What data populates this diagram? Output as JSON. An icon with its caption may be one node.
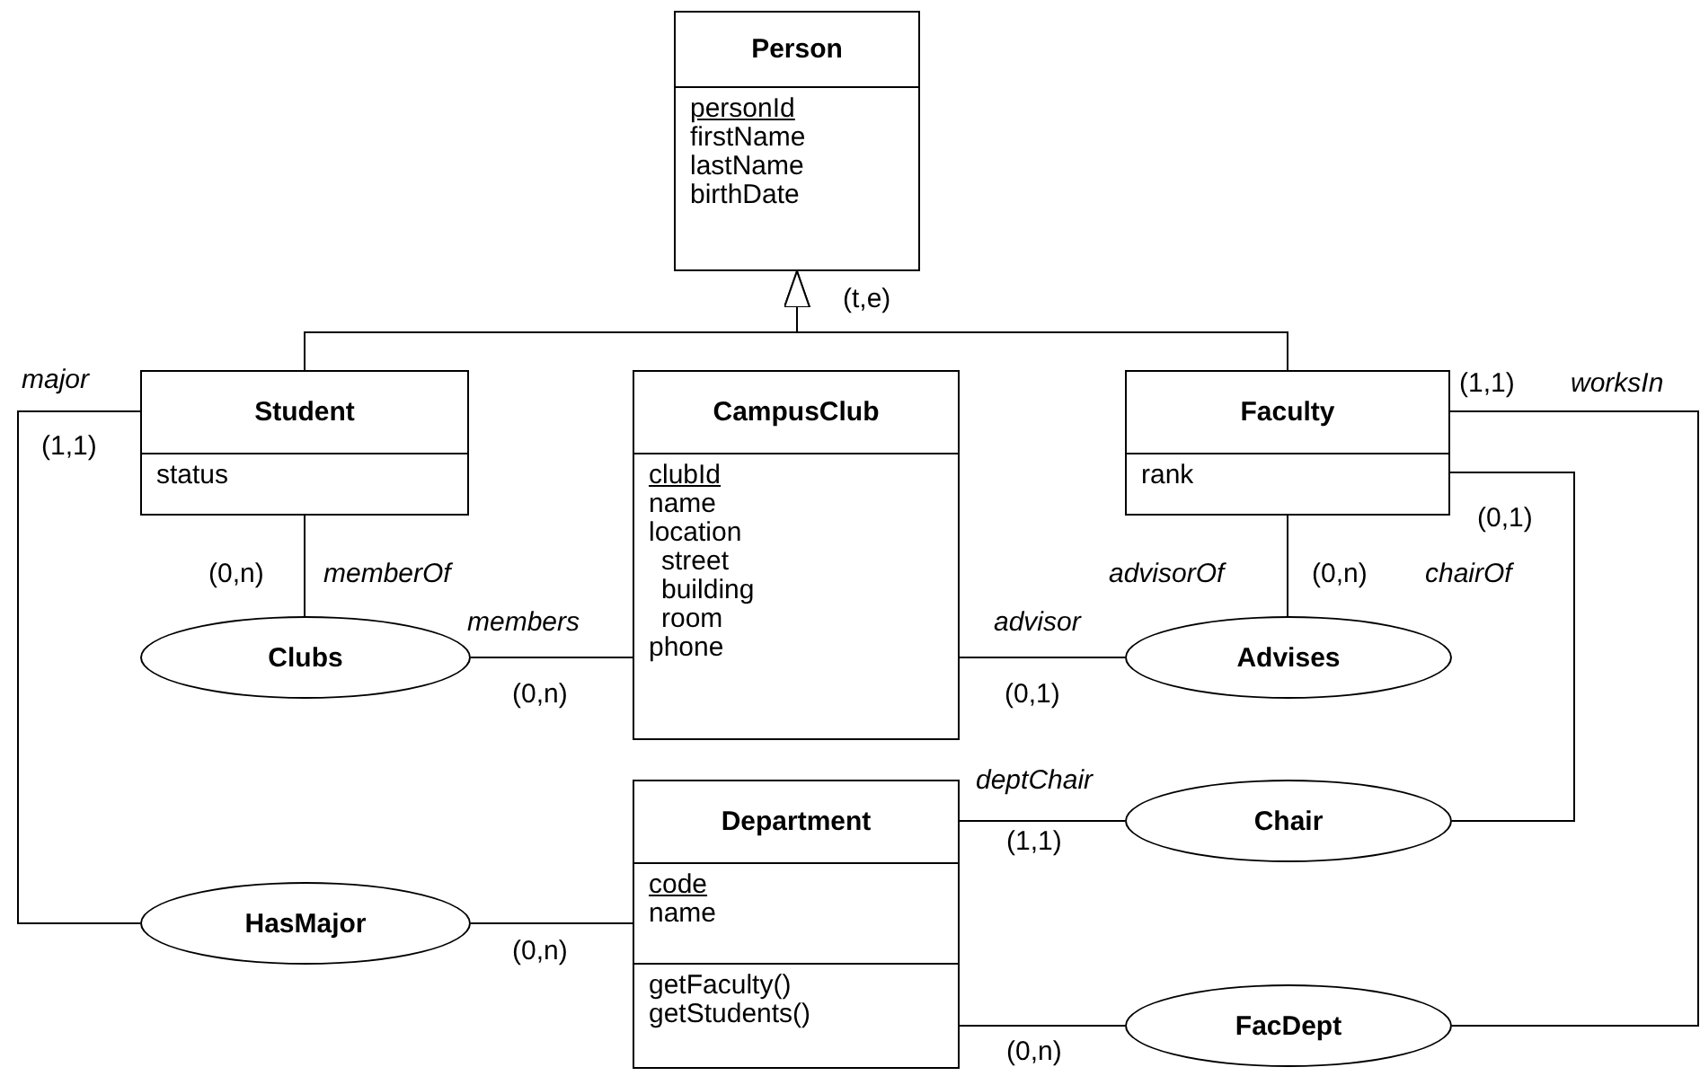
{
  "diagram": {
    "nodes": [
      {
        "text": [
          "Person",
          "personId",
          "firstName",
          "lastName",
          "birthDate"
        ]
      },
      {
        "text": [
          "Student",
          "status"
        ]
      },
      {
        "text": [
          "CampusClub",
          "clubId",
          "name",
          "location",
          "street",
          "building",
          "room",
          "phone"
        ]
      },
      {
        "text": [
          "Faculty",
          "rank"
        ]
      },
      {
        "text": [
          "Clubs"
        ]
      },
      {
        "text": [
          "Advises"
        ]
      },
      {
        "text": [
          "Department",
          "code",
          "name",
          "getFaculty()",
          "getStudents()"
        ]
      },
      {
        "text": [
          "Chair"
        ]
      },
      {
        "text": [
          "HasMajor"
        ]
      },
      {
        "text": [
          "FacDept"
        ]
      }
    ],
    "edges": [
      {
        "from": 1,
        "to": 0,
        "arrow": "to"
      },
      {
        "from": 3,
        "to": 0,
        "arrow": "to"
      },
      {
        "from": 1,
        "to": 4,
        "arrow": "none"
      },
      {
        "from": 4,
        "to": 2,
        "arrow": "none"
      },
      {
        "from": 2,
        "to": 5,
        "arrow": "none"
      },
      {
        "from": 3,
        "to": 5,
        "arrow": "none"
      },
      {
        "from": 3,
        "to": 7,
        "arrow": "none"
      },
      {
        "from": 6,
        "to": 7,
        "arrow": "none"
      },
      {
        "from": 3,
        "to": 9,
        "arrow": "none"
      },
      {
        "from": 6,
        "to": 9,
        "arrow": "none"
      },
      {
        "from": 1,
        "to": 8,
        "arrow": "none"
      },
      {
        "from": 8,
        "to": 6,
        "arrow": "none"
      }
    ],
    "labels": [
      "(t,e)",
      "major",
      "(1,1)",
      "worksIn",
      "(1,1)",
      "(0,1)",
      "(0,n)",
      "memberOf",
      "advisorOf",
      "(0,n)",
      "chairOf",
      "members",
      "advisor",
      "(0,n)",
      "(0,1)",
      "deptChair",
      "(1,1)",
      "(0,n)",
      "(0,n)"
    ]
  }
}
